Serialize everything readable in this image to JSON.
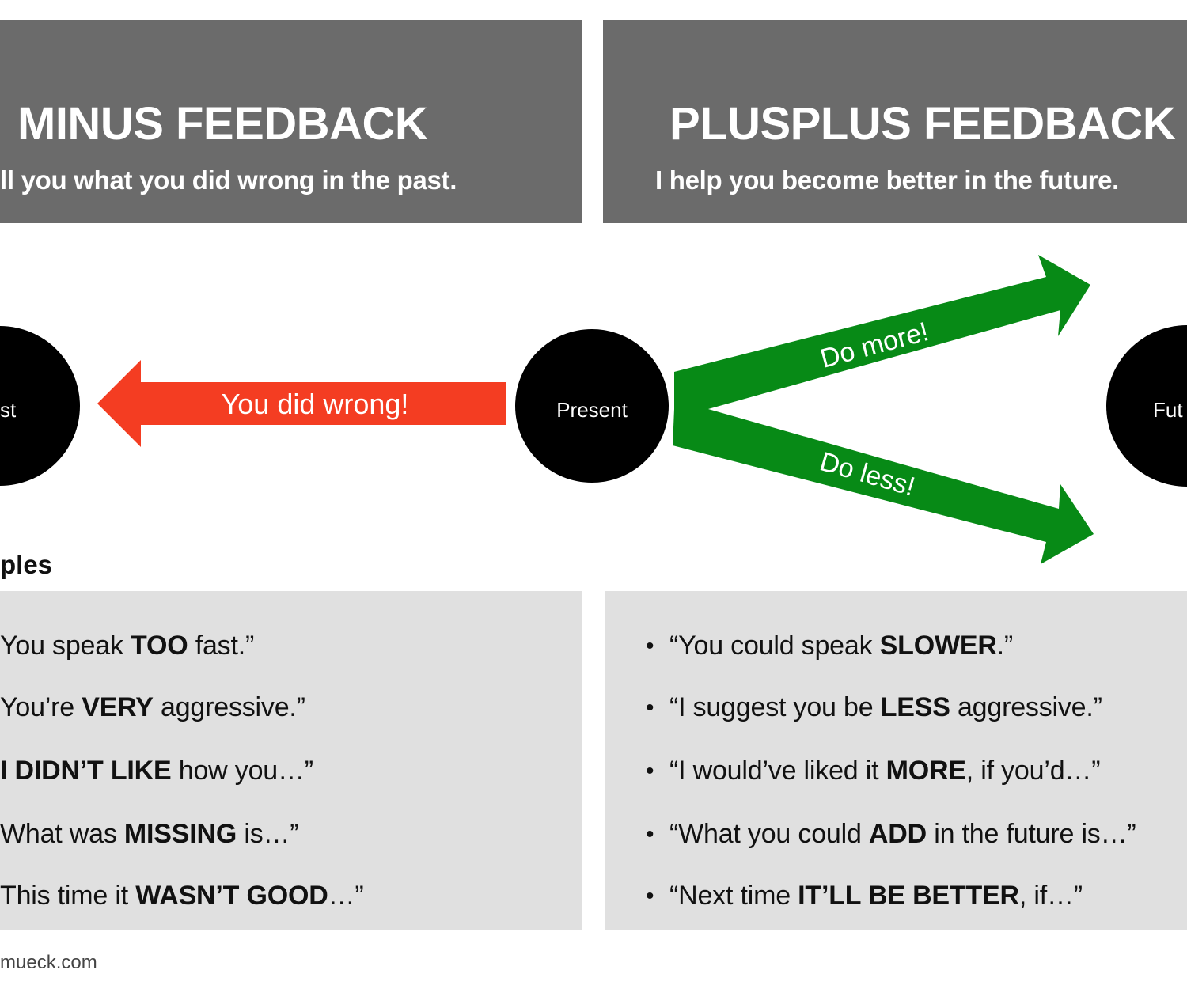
{
  "colors": {
    "header_bg": "#6b6b6b",
    "box_bg": "#e0e0e0",
    "red_arrow": "#f43d22",
    "green_arrow": "#078a16",
    "circle": "#000000"
  },
  "left_header": {
    "title": "MINUS FEEDBACK",
    "subtitle": "ll you what you did wrong in the past."
  },
  "right_header": {
    "title": "PLUSPLUS FEEDBACK",
    "subtitle": "I help you become better in the future."
  },
  "diagram": {
    "past_label": "st",
    "present_label": "Present",
    "future_label": "Fut",
    "red_arrow_label": "You did wrong!",
    "green_up_label": "Do more!",
    "green_down_label": "Do less!"
  },
  "examples_heading": "ples",
  "left_examples": [
    [
      {
        "t": "You speak "
      },
      {
        "t": "TOO",
        "b": true
      },
      {
        "t": " fast.”"
      }
    ],
    [
      {
        "t": "You’re "
      },
      {
        "t": "VERY",
        "b": true
      },
      {
        "t": " aggressive.”"
      }
    ],
    [
      {
        "t": "I DIDN’T LIKE",
        "b": true
      },
      {
        "t": " how you…”"
      }
    ],
    [
      {
        "t": "What was "
      },
      {
        "t": "MISSING",
        "b": true
      },
      {
        "t": " is…”"
      }
    ],
    [
      {
        "t": "This time it "
      },
      {
        "t": "WASN’T GOOD",
        "b": true
      },
      {
        "t": "…”"
      }
    ]
  ],
  "right_examples": [
    [
      {
        "t": "“You could speak "
      },
      {
        "t": "SLOWER",
        "b": true
      },
      {
        "t": ".”"
      }
    ],
    [
      {
        "t": "“I suggest you be "
      },
      {
        "t": "LESS",
        "b": true
      },
      {
        "t": " aggressive.”"
      }
    ],
    [
      {
        "t": "“I would’ve liked it "
      },
      {
        "t": "MORE",
        "b": true
      },
      {
        "t": ", if you’d…”"
      }
    ],
    [
      {
        "t": "“What you could "
      },
      {
        "t": "ADD",
        "b": true
      },
      {
        "t": " in the future is…”"
      }
    ],
    [
      {
        "t": "“Next time "
      },
      {
        "t": "IT’LL BE BETTER",
        "b": true
      },
      {
        "t": ", if…”"
      }
    ]
  ],
  "bullet": "•",
  "footer": "mueck.com"
}
